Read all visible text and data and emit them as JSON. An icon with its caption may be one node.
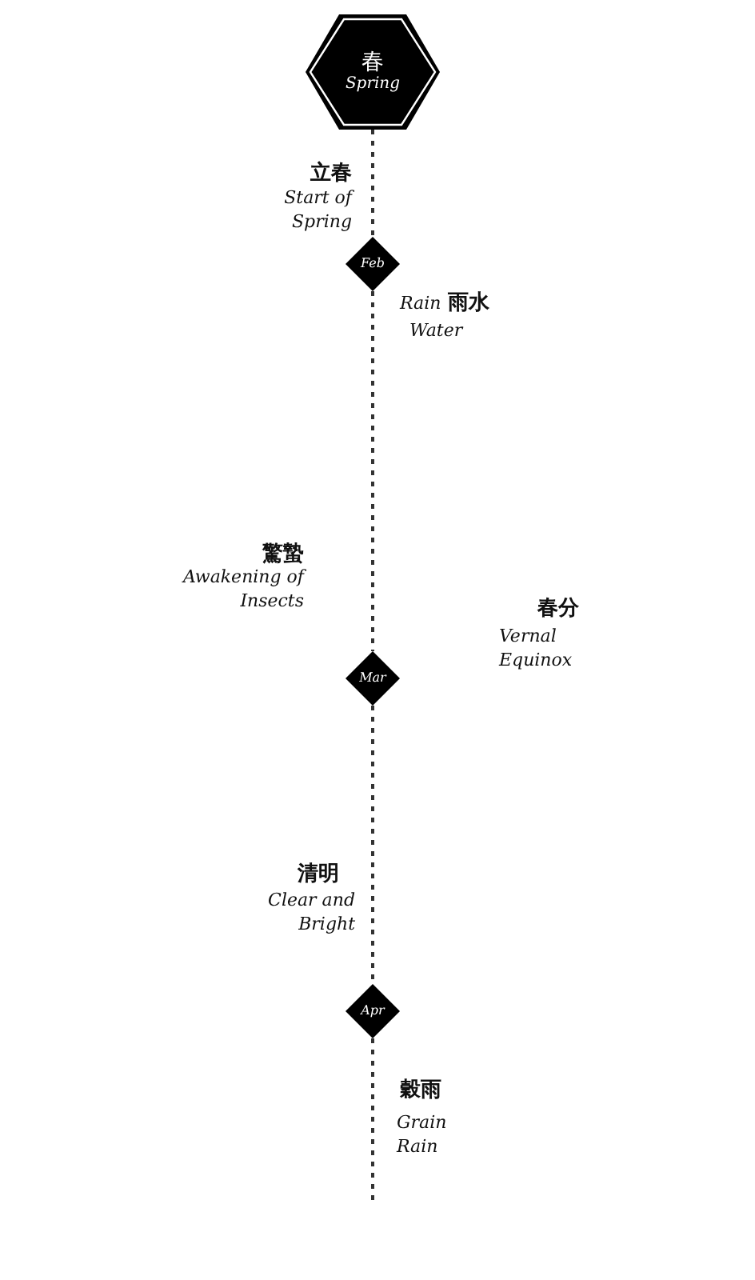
{
  "diagram": {
    "nodes": [
      {
        "text": [
          "春",
          "Spring"
        ]
      },
      {
        "text": [
          "Feb"
        ]
      },
      {
        "text": [
          "Mar"
        ]
      },
      {
        "text": [
          "Apr"
        ]
      }
    ],
    "edges": [
      {
        "from": 0,
        "to": 1,
        "arrow": "none",
        "style": "dashed"
      },
      {
        "from": 1,
        "to": 2,
        "arrow": "none",
        "style": "dashed"
      },
      {
        "from": 2,
        "to": 3,
        "arrow": "none",
        "style": "dashed"
      },
      {
        "from": 3,
        "to": null,
        "arrow": "none",
        "style": "dashed"
      }
    ],
    "labels": [
      "立春",
      "Start of Spring",
      "Rain",
      "雨水",
      "Water",
      "驚蟄",
      "Awakening of Insects",
      "春分",
      "Vernal Equinox",
      "清明",
      "Clear and Bright",
      "穀雨",
      "Grain Rain"
    ]
  }
}
